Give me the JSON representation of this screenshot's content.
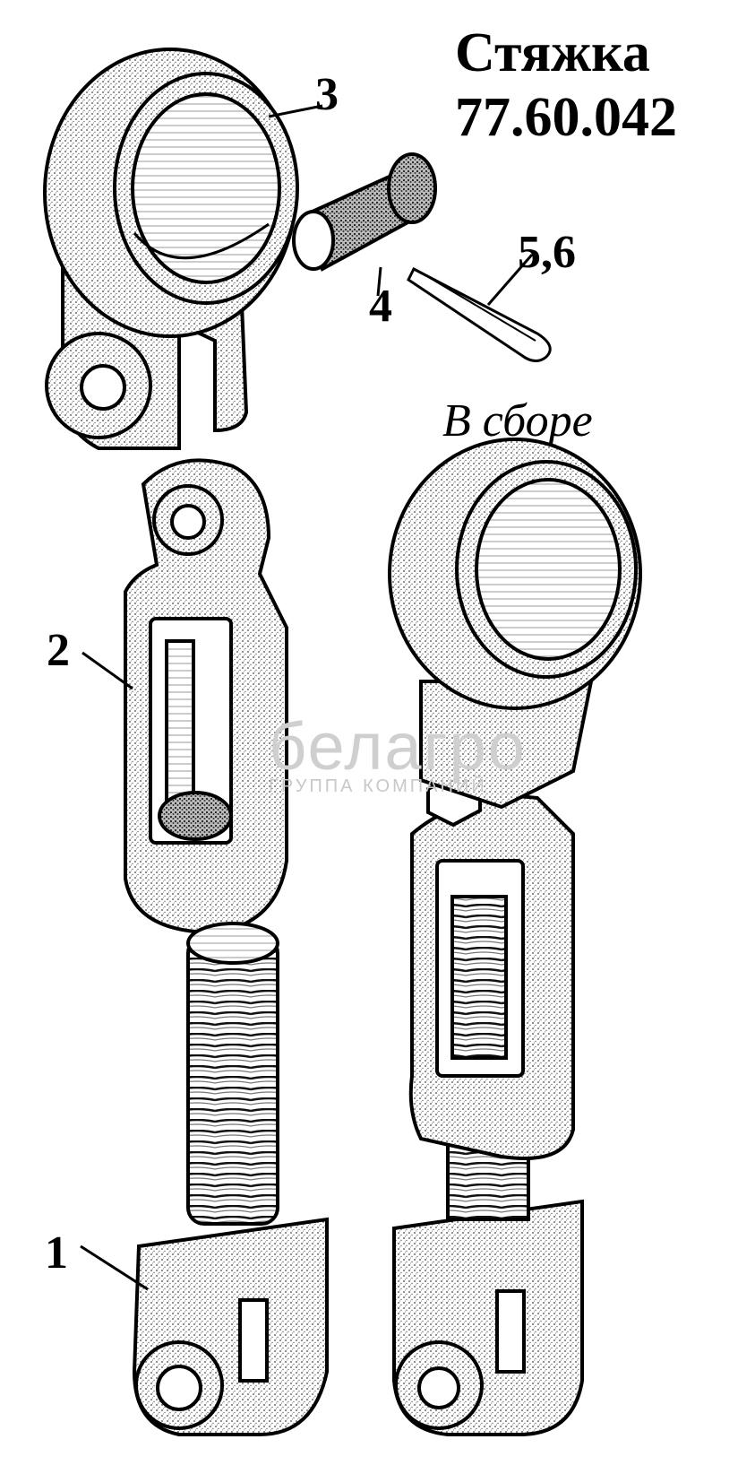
{
  "title": {
    "line1": "Стяжка",
    "line2": "77.60.042"
  },
  "assembled_label": "В сборе",
  "callouts": {
    "part1": "1",
    "part2": "2",
    "part3": "3",
    "part4": "4",
    "part56": "5,6"
  },
  "watermark": {
    "text": "белагро",
    "subtext": "ГРУППА КОМПАНИЙ"
  }
}
